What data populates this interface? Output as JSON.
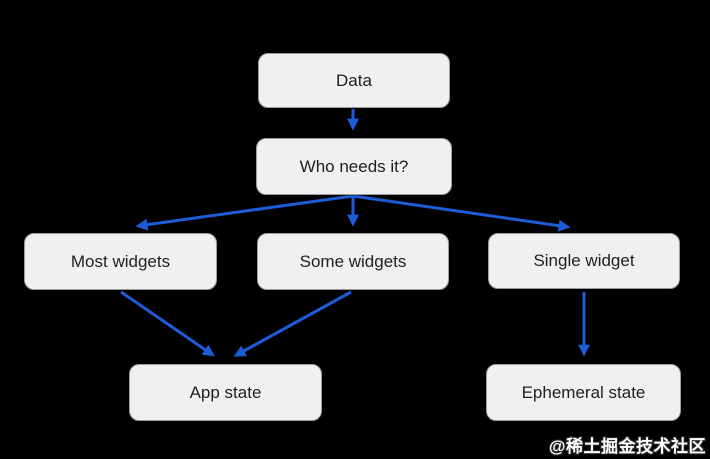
{
  "diagram": {
    "nodes": [
      {
        "id": "data",
        "label": "Data"
      },
      {
        "id": "who-needs-it",
        "label": "Who needs it?"
      },
      {
        "id": "most-widgets",
        "label": "Most widgets"
      },
      {
        "id": "some-widgets",
        "label": "Some widgets"
      },
      {
        "id": "single-widget",
        "label": "Single widget"
      },
      {
        "id": "app-state",
        "label": "App state"
      },
      {
        "id": "ephemeral-state",
        "label": "Ephemeral state"
      }
    ],
    "edges": [
      {
        "from": "data",
        "to": "who-needs-it"
      },
      {
        "from": "who-needs-it",
        "to": "most-widgets"
      },
      {
        "from": "who-needs-it",
        "to": "some-widgets"
      },
      {
        "from": "who-needs-it",
        "to": "single-widget"
      },
      {
        "from": "most-widgets",
        "to": "app-state"
      },
      {
        "from": "some-widgets",
        "to": "app-state"
      },
      {
        "from": "single-widget",
        "to": "ephemeral-state"
      }
    ]
  },
  "watermark": {
    "text": "@稀土掘金技术社区"
  },
  "colors": {
    "background": "#000000",
    "arrow": "#1d5cd6",
    "node_fill": "#f0f0f0",
    "node_border": "#9b9b9b",
    "node_text": "#1f1f1f"
  }
}
